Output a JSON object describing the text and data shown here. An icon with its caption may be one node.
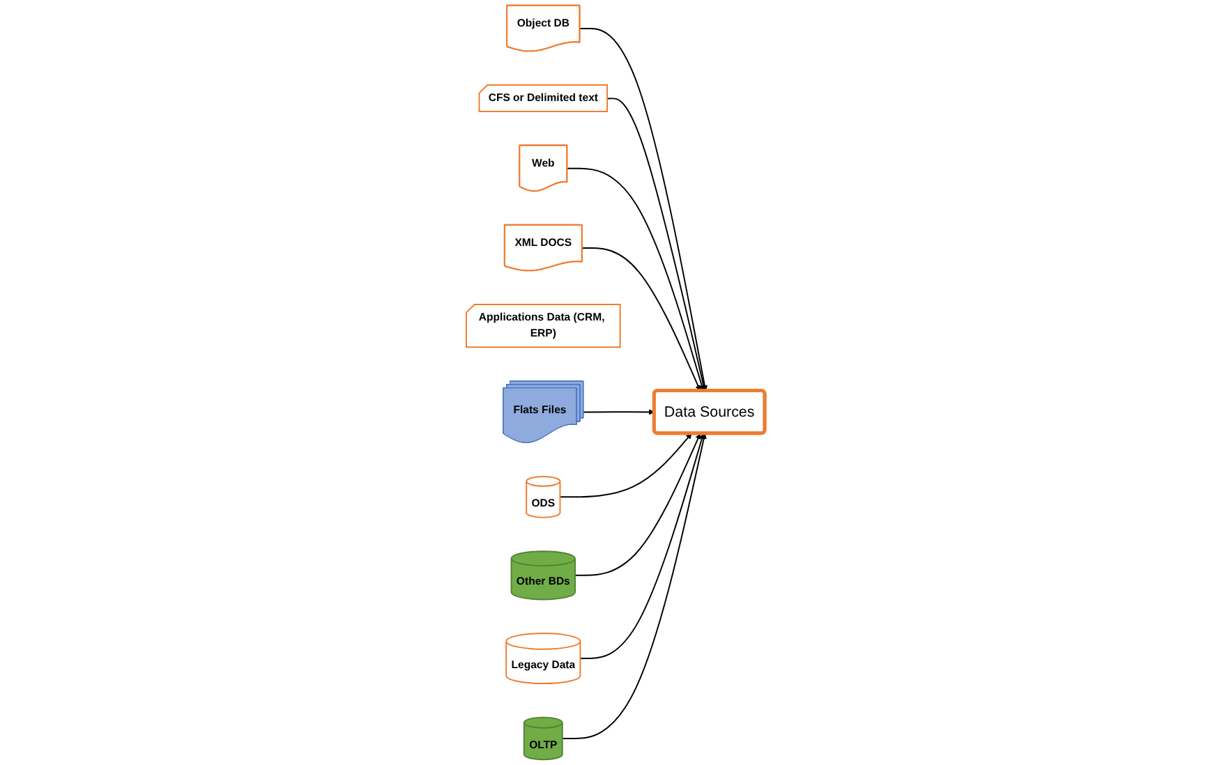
{
  "diagram": {
    "nodes": [
      {
        "text": [
          "Object DB"
        ]
      },
      {
        "text": [
          "CFS or Delimited text"
        ]
      },
      {
        "text": [
          "Web"
        ]
      },
      {
        "text": [
          "XML DOCS"
        ]
      },
      {
        "text": [
          "Applications Data (CRM, ERP)"
        ]
      },
      {
        "text": [
          "Flats Files"
        ]
      },
      {
        "text": [
          "Data Sources"
        ]
      },
      {
        "text": [
          "ODS"
        ]
      },
      {
        "text": [
          "Other BDs"
        ]
      },
      {
        "text": [
          "Legacy Data"
        ]
      },
      {
        "text": [
          "OLTP"
        ]
      }
    ],
    "edges": [
      {
        "from": 0,
        "to": 6,
        "arrow": "to"
      },
      {
        "from": 1,
        "to": 6,
        "arrow": "to"
      },
      {
        "from": 2,
        "to": 6,
        "arrow": "to"
      },
      {
        "from": 3,
        "to": 6,
        "arrow": "to"
      },
      {
        "from": 5,
        "to": 6,
        "arrow": "to"
      },
      {
        "from": 7,
        "to": 6,
        "arrow": "to"
      },
      {
        "from": 8,
        "to": 6,
        "arrow": "to"
      },
      {
        "from": 9,
        "to": 6,
        "arrow": "to"
      },
      {
        "from": 10,
        "to": 6,
        "arrow": "to"
      }
    ]
  }
}
